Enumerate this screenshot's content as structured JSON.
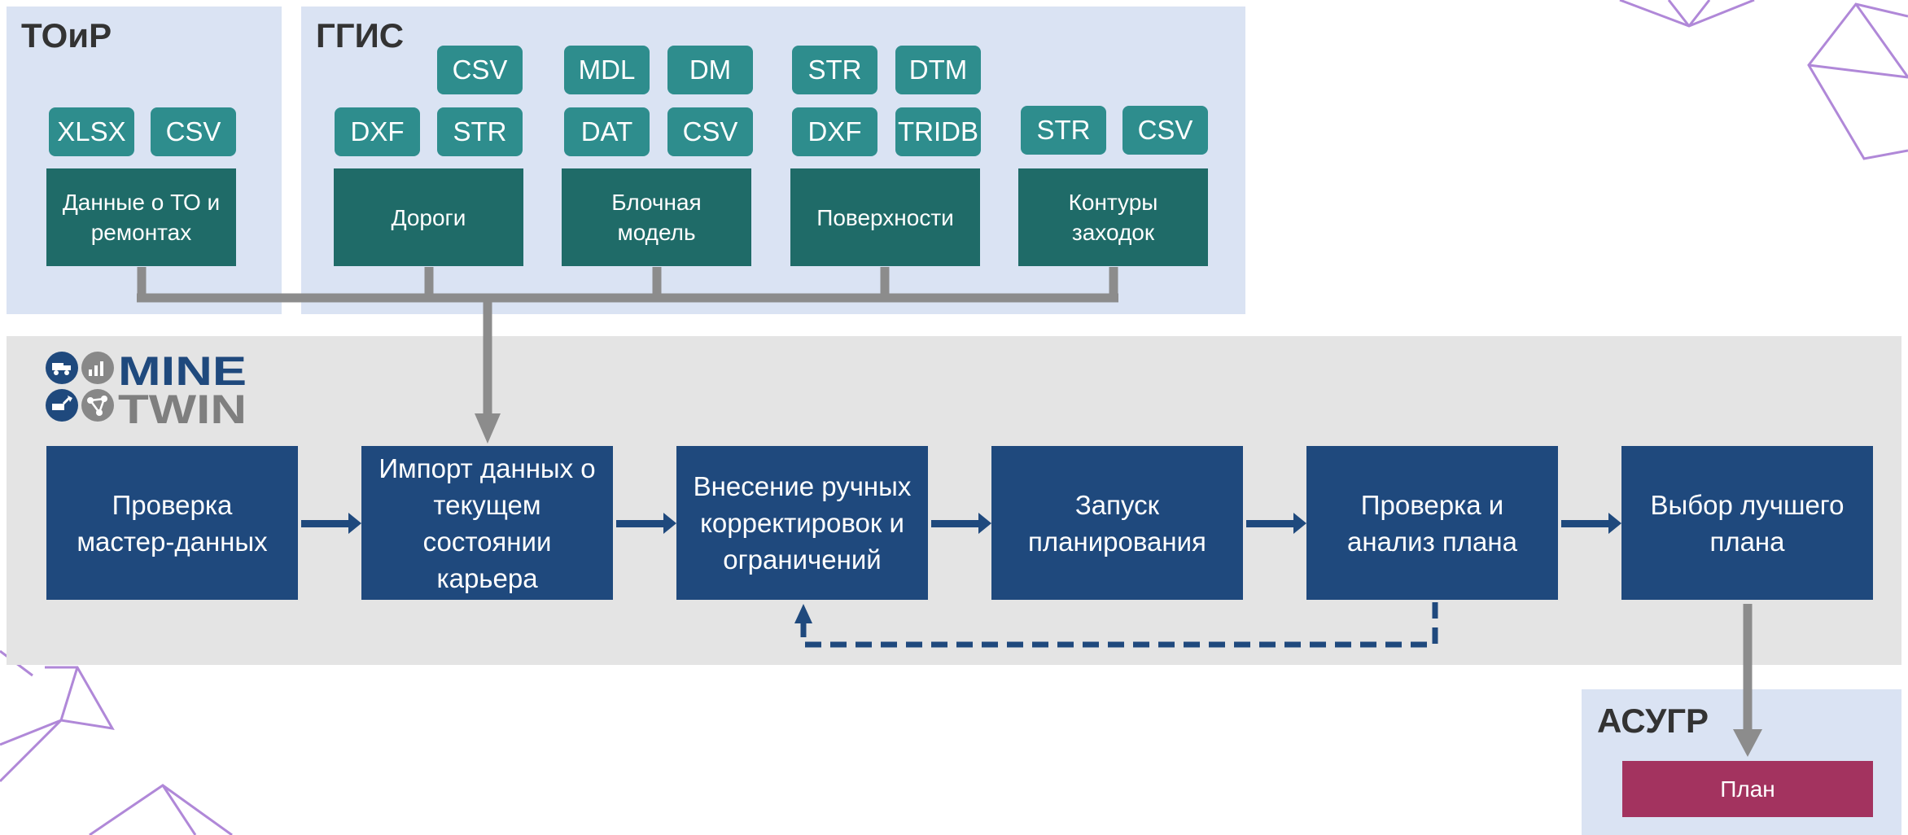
{
  "colors": {
    "panel_blue": "#dae3f3",
    "panel_gray": "#e4e4e4",
    "format_tag": "#2e8d8d",
    "data_source": "#1f6b68",
    "process_step": "#1f497d",
    "plan": "#a3335f",
    "connector": "#8c8c8c",
    "decoration": "#b088d8"
  },
  "toir": {
    "title": "ТОиР",
    "tags": [
      "XLSX",
      "CSV"
    ],
    "source_label": "Данные о ТО и\nремонтах"
  },
  "ggis": {
    "title": "ГГИС",
    "groups": [
      {
        "source_label": "Дороги",
        "tags": [
          "CSV",
          "DXF",
          "STR"
        ]
      },
      {
        "source_label": "Блочная\nмодель",
        "tags": [
          "MDL",
          "DM",
          "DAT",
          "CSV"
        ]
      },
      {
        "source_label": "Поверхности",
        "tags": [
          "STR",
          "DTM",
          "DXF",
          "TRIDB"
        ]
      },
      {
        "source_label": "Контуры\nзаходок",
        "tags": [
          "STR",
          "CSV"
        ]
      }
    ]
  },
  "logo": {
    "line1": "MINE",
    "line2": "TWIN",
    "icons": [
      "truck-icon",
      "chart-icon",
      "excavator-icon",
      "network-icon"
    ]
  },
  "process": {
    "steps": [
      "Проверка\nмастер-данных",
      "Импорт данных о\nтекущем\nсостоянии\nкарьера",
      "Внесение ручных\nкорректировок и\nограничений",
      "Запуск\nпланирования",
      "Проверка и\nанализ плана",
      "Выбор лучшего\nплана"
    ]
  },
  "asugr": {
    "title": "АСУГР",
    "plan_label": "План"
  }
}
